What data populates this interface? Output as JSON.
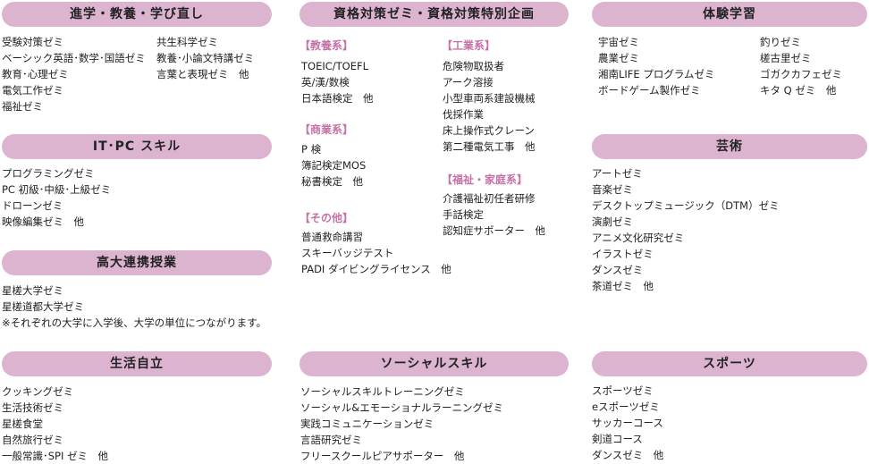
{
  "sections": {
    "shingaku": {
      "title": "進学・教養・学び直し",
      "left": [
        "受験対策ゼミ",
        "ベーシック英語･数学･国語ゼミ",
        "教育･心理ゼミ",
        "電気工作ゼミ",
        "福祉ゼミ"
      ],
      "right": [
        "共生科学ゼミ",
        "教養･小論文特講ゼミ",
        "言葉と表現ゼミ　他"
      ]
    },
    "it": {
      "title": "IT･PC スキル",
      "items": [
        "プログラミングゼミ",
        "PC 初級･中級･上級ゼミ",
        "ドローンゼミ",
        "映像編集ゼミ　他"
      ]
    },
    "koudai": {
      "title": "高大連携授業",
      "items": [
        "星槎大学ゼミ",
        "星槎道都大学ゼミ",
        "※それぞれの大学に入学後、大学の単位につながります。"
      ]
    },
    "seikatsu": {
      "title": "生活自立",
      "items": [
        "クッキングゼミ",
        "生活技術ゼミ",
        "星槎食堂",
        "自然旅行ゼミ",
        "一般常識･SPI ゼミ　他"
      ]
    },
    "shikaku": {
      "title": "資格対策ゼミ・資格対策特別企画",
      "groups": [
        {
          "heading": "【教養系】",
          "items": [
            "TOEIC/TOEFL",
            "英/漢/数検",
            "日本語検定　他"
          ]
        },
        {
          "heading": "【商業系】",
          "items": [
            "P 検",
            "簿記検定MOS",
            "秘書検定　他"
          ]
        },
        {
          "heading": "【その他】",
          "items": [
            "普通救命講習",
            "スキーバッジテスト",
            "PADI ダイビングライセンス　他"
          ]
        },
        {
          "heading": "【工業系】",
          "items": [
            "危険物取扱者",
            "アーク溶接",
            "小型車両系建設機械",
            "伐採作業",
            "床上操作式クレーン",
            "第二種電気工事　他"
          ]
        },
        {
          "heading": "【福祉・家庭系】",
          "items": [
            "介護福祉初任者研修",
            "手話検定",
            "認知症サポーター　他"
          ]
        }
      ]
    },
    "social": {
      "title": "ソーシャルスキル",
      "items": [
        "ソーシャルスキルトレーニングゼミ",
        "ソーシャル&エモーショナルラーニングゼミ",
        "実践コミュニケーションゼミ",
        "言語研究ゼミ",
        "フリースクールピアサポーター　他"
      ]
    },
    "taiken": {
      "title": "体験学習",
      "left": [
        "宇宙ゼミ",
        "農業ゼミ",
        "湘南LIFE プログラムゼミ",
        "ボードゲーム製作ゼミ"
      ],
      "right": [
        "釣りゼミ",
        "槎古里ゼミ",
        "ゴガクカフェゼミ",
        "キタ Q ゼミ　他"
      ]
    },
    "geijutsu": {
      "title": "芸術",
      "items": [
        "アートゼミ",
        "音楽ゼミ",
        "デスクトップミュージック（DTM）ゼミ",
        "演劇ゼミ",
        "アニメ文化研究ゼミ",
        "イラストゼミ",
        "ダンスゼミ",
        "茶道ゼミ　他"
      ]
    },
    "sports": {
      "title": "スポーツ",
      "items": [
        "スポーツゼミ",
        "eスポーツゼミ",
        "サッカーコース",
        "剣道コース",
        "ダンスゼミ　他"
      ]
    }
  },
  "colors": {
    "pill": "#dcb4d0",
    "subheading": "#c672a9"
  }
}
